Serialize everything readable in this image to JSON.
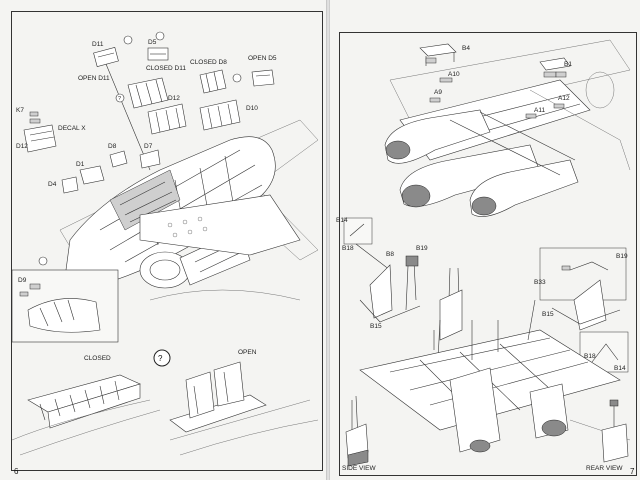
{
  "left_page": {
    "page_number": "6",
    "labels": {
      "d11_top": "D11",
      "d5_top": "D5",
      "closed_d8": "CLOSED D8",
      "open_d5": "OPEN D5",
      "open_d11": "OPEN D11",
      "closed_d11": "CLOSED D11",
      "d12_mid": "D12",
      "d10": "D10",
      "k7": "K7",
      "decal_x": "DECAL X",
      "d12_left": "D12",
      "d8": "D8",
      "d7": "D7",
      "d1": "D1",
      "d4": "D4",
      "d9": "D9",
      "closed_canopy": "CLOSED",
      "open_canopy": "OPEN",
      "question_mark": "?"
    }
  },
  "right_page": {
    "page_number": "7",
    "labels": {
      "b4": "B4",
      "b1": "B1",
      "a10": "A10",
      "a9": "A9",
      "a11": "A11",
      "a12": "A12",
      "b14_left": "B14",
      "b18_left": "B18",
      "b8": "B8",
      "b19_mid": "B19",
      "b15_left": "B15",
      "b19_right": "B19",
      "b33": "B33",
      "b15_right": "B15",
      "b18_right": "B18",
      "b14_right": "B14",
      "side_view": "SIDE VIEW",
      "rear_view": "REAR VIEW"
    }
  }
}
